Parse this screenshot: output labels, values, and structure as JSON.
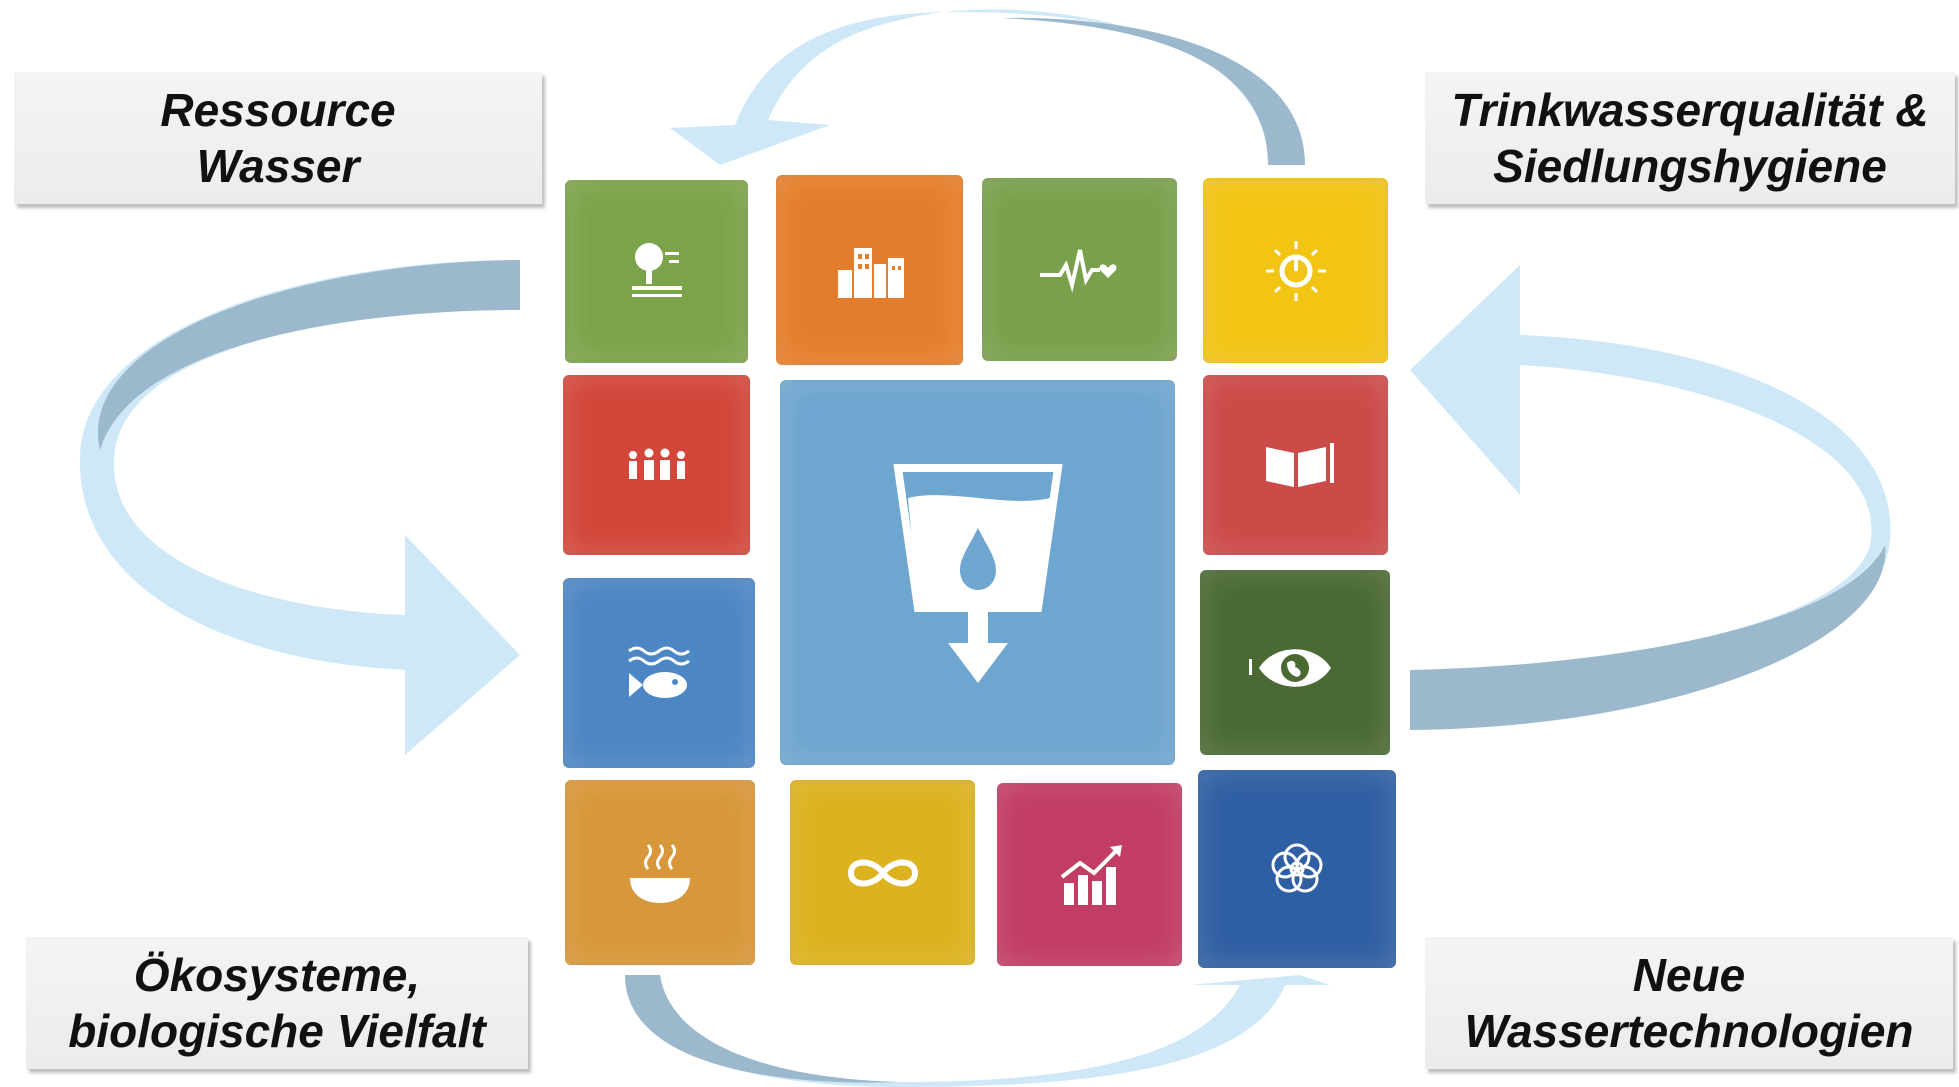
{
  "labels": {
    "top_left": [
      "Ressource",
      "Wasser"
    ],
    "top_right": [
      "Trinkwasserqualität &",
      "Siedlungshygiene"
    ],
    "bottom_left": [
      "Ökosysteme,",
      "biologische Vielfalt"
    ],
    "bottom_right": [
      "Neue",
      "Wassertechnologien"
    ]
  },
  "tiles": [
    {
      "icon": "life-on-land-icon",
      "color": "#7da34a"
    },
    {
      "icon": "sustainable-cities-icon",
      "color": "#e57e2c"
    },
    {
      "icon": "good-health-icon",
      "color": "#7aa04c"
    },
    {
      "icon": "affordable-energy-icon",
      "color": "#f2c414"
    },
    {
      "icon": "reduced-inequalities-icon",
      "color": "#d2473a"
    },
    {
      "icon": "clean-water-icon",
      "color": "#6fa6cf"
    },
    {
      "icon": "quality-education-icon",
      "color": "#cc4a48"
    },
    {
      "icon": "life-below-water-icon",
      "color": "#4d86c4"
    },
    {
      "icon": "climate-action-icon",
      "color": "#4b6a33"
    },
    {
      "icon": "zero-hunger-icon",
      "color": "#d8973a"
    },
    {
      "icon": "responsible-consumption-icon",
      "color": "#dcb21e"
    },
    {
      "icon": "economic-growth-icon",
      "color": "#c23d63"
    },
    {
      "icon": "partnerships-icon",
      "color": "#2f5fa3"
    }
  ],
  "colors": {
    "arrow_light": "#cfe8f8",
    "arrow_dark": "#9cb8cc",
    "label_background": "#f0f0f0"
  }
}
